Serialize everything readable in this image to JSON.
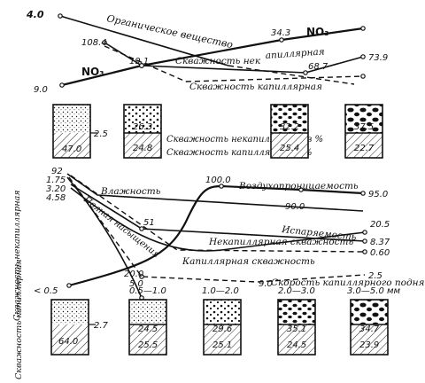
{
  "top": {
    "labels": {
      "organic": "Органическое вещество",
      "no3_right": "NO₃",
      "no3_left": "NO₃",
      "noncap": "Скважность нек",
      "noncap_tail": "апиллярная",
      "cap": "Скважность капиллярная"
    },
    "values": {
      "v40": "4.0",
      "v108": "108.4",
      "v9": "9.0",
      "v191": "19.1",
      "v343": "34.3",
      "v687": "68.7",
      "v739": "73.9"
    }
  },
  "mid": {
    "legend_noncap": "Скважность некапиллярная в %",
    "legend_cap": "Скважность капиллярная в %",
    "tick_val": "2.5",
    "columns": [
      {
        "top": "",
        "bottom": "47.0"
      },
      {
        "top": "26.3",
        "bottom": "24.8"
      },
      {
        "top": "32.2",
        "bottom": "25.4"
      },
      {
        "top": "37.5",
        "bottom": "22.7"
      }
    ]
  },
  "bottom": {
    "labels": {
      "moisture": "Влажность",
      "air": "Воздухопроницаемость",
      "sat": "Полная насыщения",
      "evap": "Испаряемость",
      "noncap": "Некапиллярная скважность",
      "cap": "Капиллярная скважность",
      "rise": "Скорость капиллярного поднятия"
    },
    "values": {
      "l92": "92",
      "l175": "1.75",
      "l320": "3.20",
      "l458": "4.58",
      "v100": "100.0",
      "v90": "90.0",
      "v95": "95.0",
      "v51": "51",
      "v205": "20.5",
      "v837": "8.37",
      "v060": "0.60",
      "v20": "20.0",
      "v50": "5.0",
      "v9": "9.0",
      "v25": "2.5"
    }
  },
  "side": {
    "noncap": "Скважность некапиллярная",
    "cap": "Скважность капиллярная"
  },
  "fractions": {
    "f1": "< 0.5",
    "f2": "0.5—1.0",
    "f3": "1.0—2.0",
    "f4": "2.0—3.0",
    "f5": "3.0—5.0 мм",
    "tick_val": "2.7",
    "columns": [
      {
        "top": "",
        "bottom": "64.0"
      },
      {
        "top": "24.5",
        "bottom": "25.5"
      },
      {
        "top": "29.6",
        "bottom": "25.1"
      },
      {
        "top": "35.1",
        "bottom": "24.5"
      },
      {
        "top": "34.7",
        "bottom": "23.9"
      }
    ]
  }
}
